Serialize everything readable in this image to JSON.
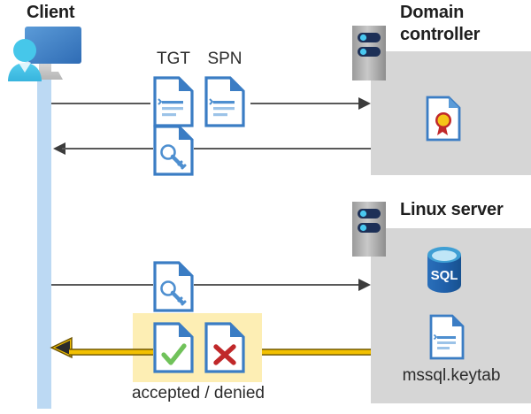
{
  "diagram": {
    "type": "kerberos-authentication-flow",
    "actors": {
      "client": {
        "title": "Client",
        "icon": "client-computer-user-icon"
      },
      "domain_controller": {
        "title": "Domain controller",
        "rack_icon": "server-rack-icon",
        "contents": [
          {
            "icon": "certificate-document-icon",
            "label": ""
          }
        ]
      },
      "linux_server": {
        "title": "Linux server",
        "rack_icon": "server-rack-icon",
        "contents": [
          {
            "icon": "sql-database-icon",
            "label": "SQL"
          },
          {
            "icon": "keytab-document-icon",
            "label": "mssql.keytab"
          }
        ]
      }
    },
    "flows": [
      {
        "id": "request-tgt-spn",
        "direction": "client-to-domain-controller",
        "arrowhead": "right",
        "color": "#595959",
        "icons": [
          {
            "name": "tgt-document-icon",
            "label": "TGT"
          },
          {
            "name": "spn-document-icon",
            "label": "SPN"
          }
        ]
      },
      {
        "id": "return-service-ticket",
        "direction": "domain-controller-to-client",
        "arrowhead": "left",
        "color": "#595959",
        "icons": [
          {
            "name": "key-document-icon",
            "label": ""
          }
        ]
      },
      {
        "id": "present-service-ticket",
        "direction": "client-to-linux-server",
        "arrowhead": "right",
        "color": "#595959",
        "icons": [
          {
            "name": "key-document-icon",
            "label": ""
          }
        ]
      },
      {
        "id": "auth-result",
        "direction": "linux-server-to-client",
        "arrowhead": "left",
        "color": "#f2c000",
        "highlighted": true,
        "caption": "accepted / denied",
        "icons": [
          {
            "name": "accepted-document-icon",
            "label": ""
          },
          {
            "name": "denied-document-icon",
            "label": ""
          }
        ]
      }
    ],
    "labels": {
      "tgt": "TGT",
      "spn": "SPN",
      "sql": "SQL",
      "keytab_file": "mssql.keytab",
      "accepted_denied": "accepted / denied"
    },
    "colors": {
      "panel_gray": "#d6d6d6",
      "lifeline_blue": "#bcd9f3",
      "line_gray": "#595959",
      "arrow_yellow": "#f2c000",
      "highlight_yellow": "#fdeeb4",
      "doc_blue": "#3b7dc4",
      "accept_green": "#70c25a",
      "deny_red": "#c0282a",
      "seal_gold": "#f5c518",
      "sql_blue": "#1f5fa9",
      "title_black": "#1f1f1f"
    }
  }
}
